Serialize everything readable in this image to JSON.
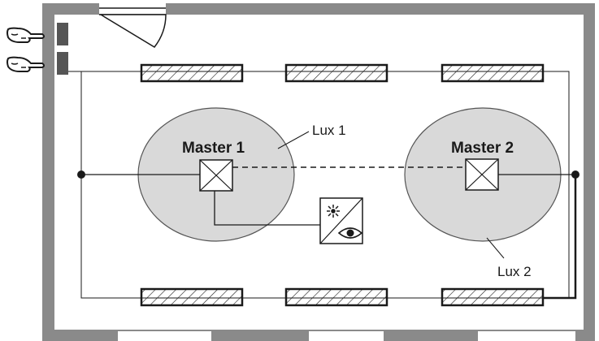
{
  "zones": [
    {
      "master_label": "Master 1",
      "lux_label": "Lux 1"
    },
    {
      "master_label": "Master 2",
      "lux_label": "Lux 2"
    }
  ],
  "colors": {
    "wall": "#8a8a8a",
    "zone_fill": "#d9d9d9",
    "line": "#1a1a1a",
    "background": "#ffffff"
  },
  "icons": {
    "push_buttons": [
      "pointing-hand-icon",
      "pointing-hand-icon"
    ],
    "sensor": "presence-light-sensor-icon",
    "door": "door-swing-icon"
  }
}
